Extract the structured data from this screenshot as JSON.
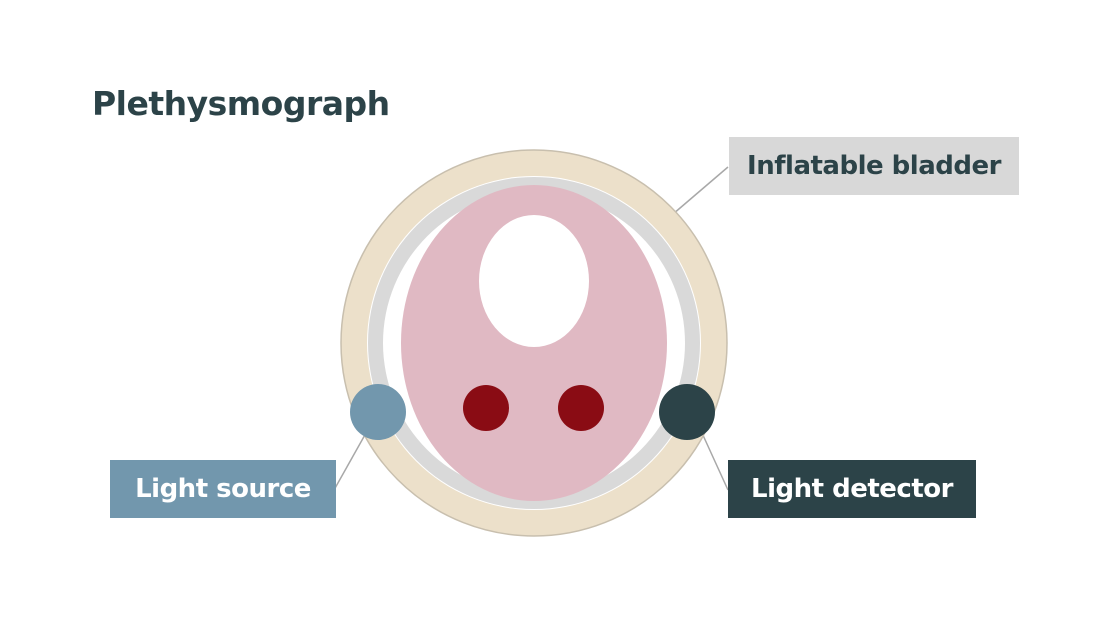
{
  "title": "Plethysmograph",
  "labels": {
    "inflatable_bladder": "Inflatable bladder",
    "light_source": "Light source",
    "light_detector": "Light detector"
  },
  "colors": {
    "outer_ring": "#ece0ca",
    "bladder_ring": "#d9d9d9",
    "tissue": "#e0b9c3",
    "bone": "#ffffff",
    "blood_vessel": "#8a0c14",
    "light_source": "#7297ad",
    "light_detector": "#2c4348",
    "title_text": "#2c4348"
  }
}
